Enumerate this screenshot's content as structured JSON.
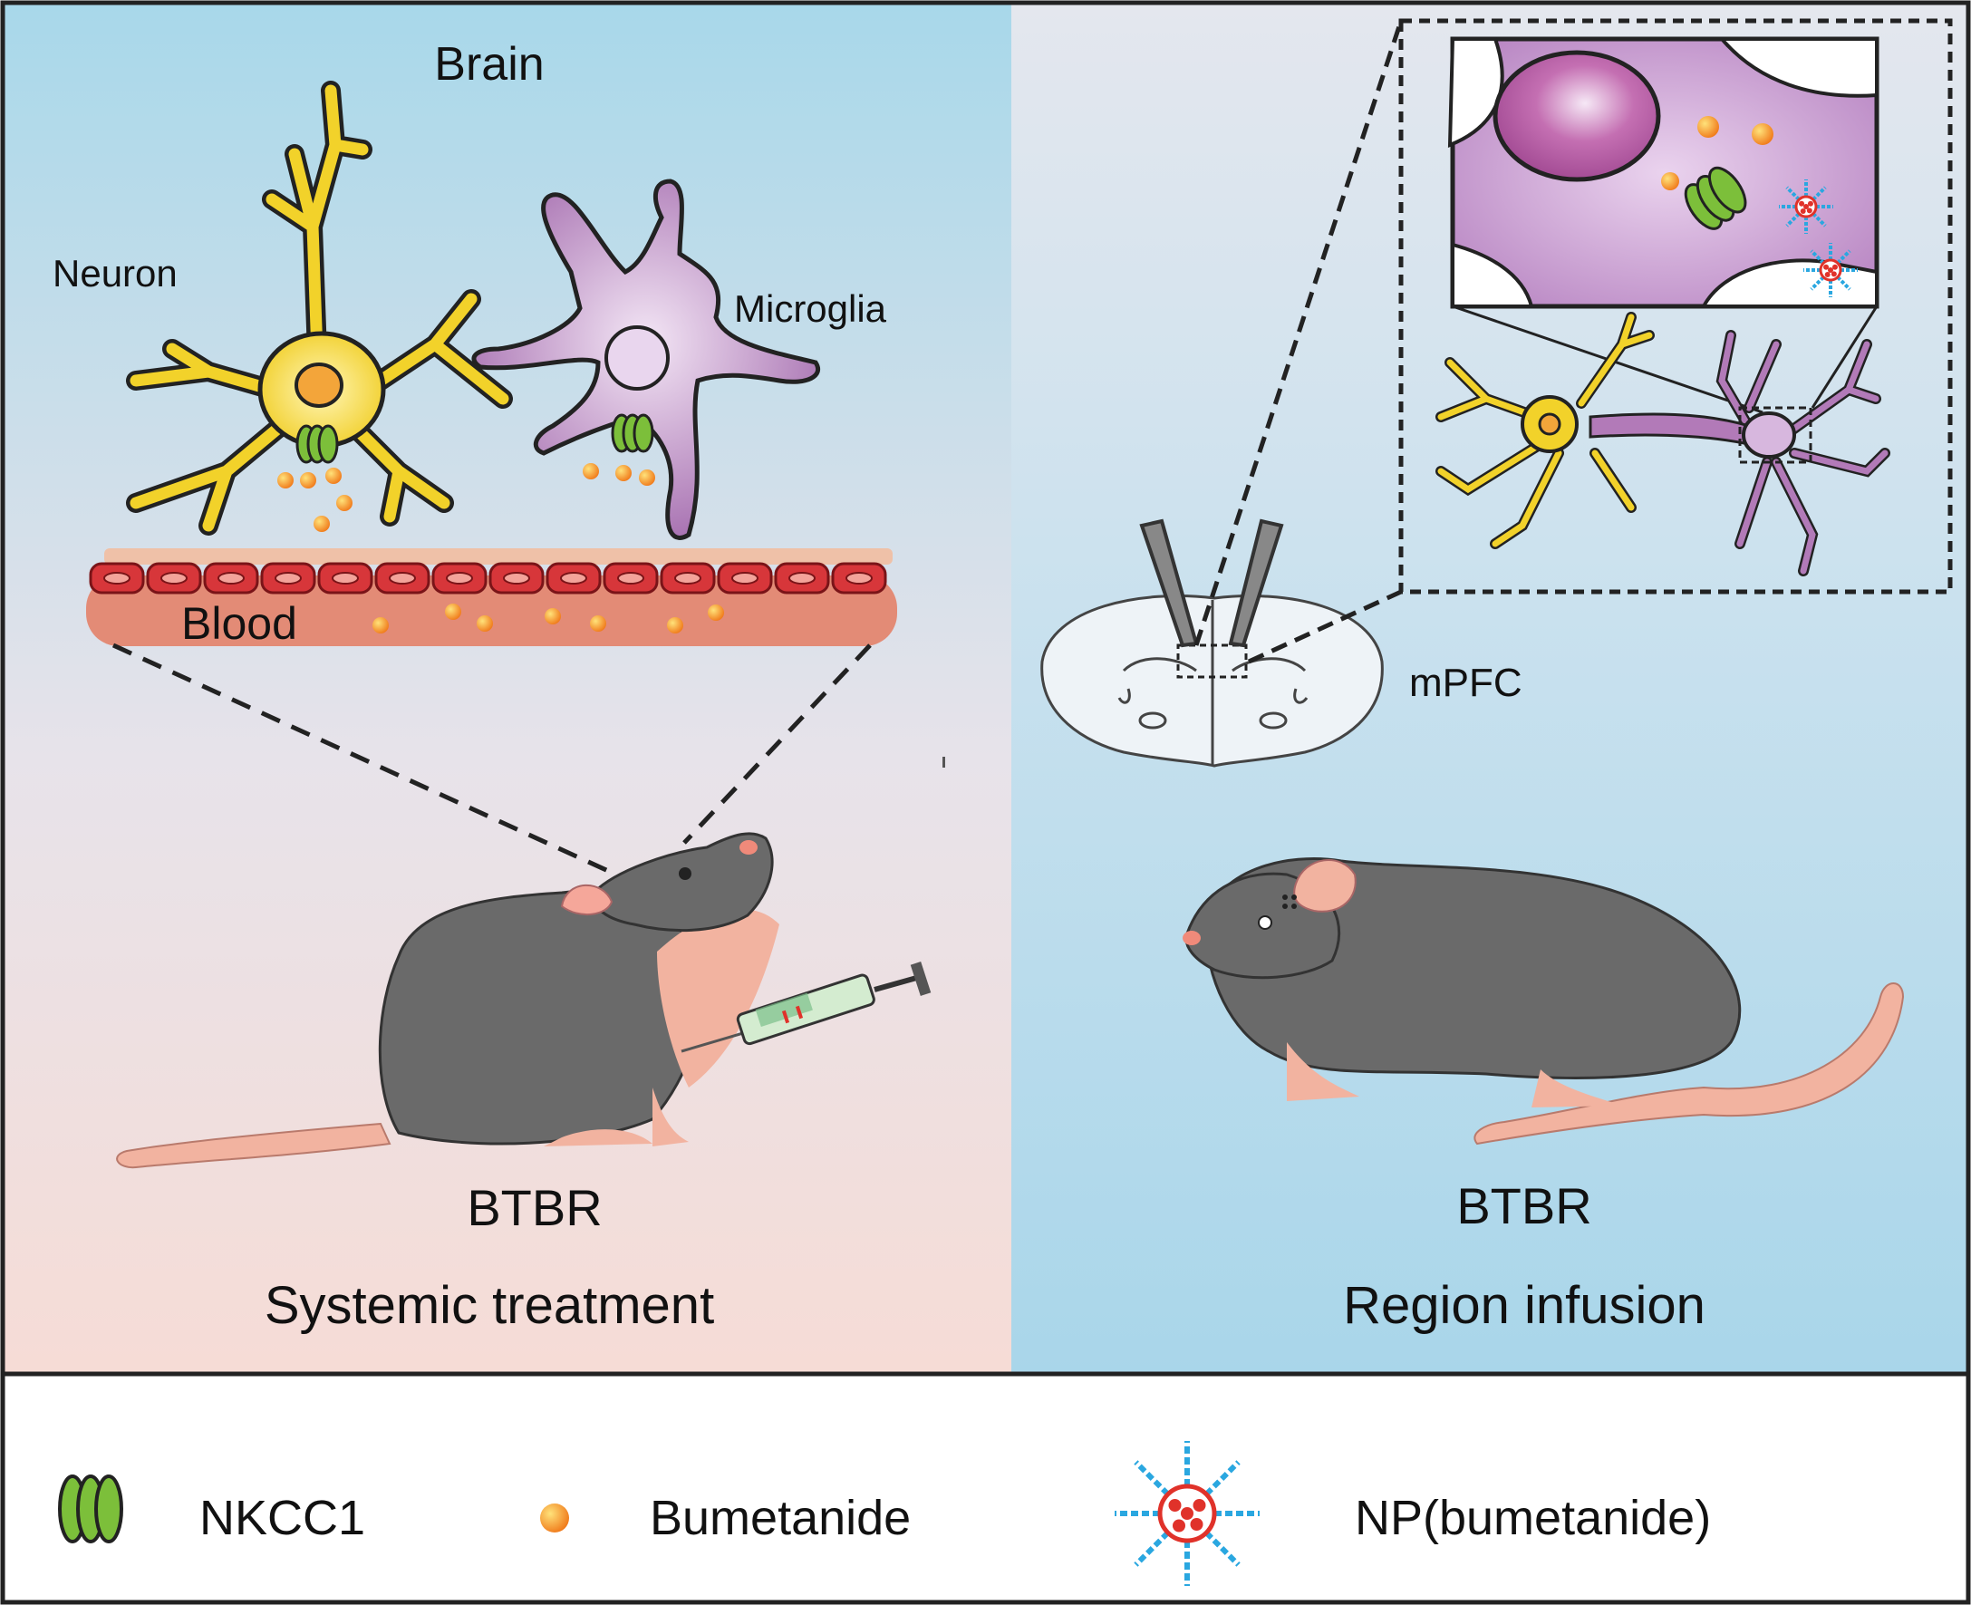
{
  "left_panel": {
    "brain_label": "Brain",
    "neuron_label": "Neuron",
    "microglia_label": "Microglia",
    "blood_label": "Blood",
    "strain_label": "BTBR",
    "treatment_label": "Systemic treatment"
  },
  "right_panel": {
    "region_label": "mPFC",
    "strain_label": "BTBR",
    "treatment_label": "Region infusion"
  },
  "legend": {
    "nkcc1_label": "NKCC1",
    "bumetanide_label": "Bumetanide",
    "np_label": "NP(bumetanide)"
  },
  "colors": {
    "neuron": "#f2d22a",
    "microglia": "#b27ab8",
    "nkcc1": "#7cbf3a",
    "bumetanide": "#f5a623",
    "np_arms": "#2aa7e0",
    "np_core": "#e0322a",
    "mouse_body": "#6a6a6a",
    "mouse_skin": "#f2b3a0",
    "blood_vessel": "#e38b76"
  }
}
